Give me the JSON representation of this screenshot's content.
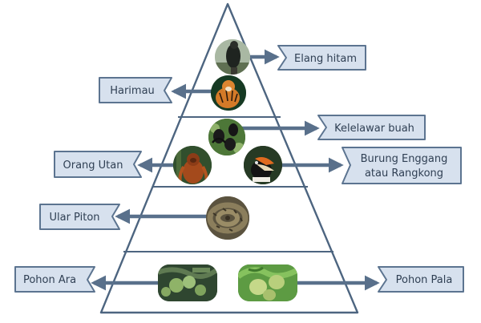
{
  "labels": {
    "elang": "Elang hitam",
    "harimau": "Harimau",
    "kelelawar": "Kelelawar buah",
    "orangutan": "Orang Utan",
    "enggang_line1": "Burung Enggang",
    "enggang_line2": "atau Rangkong",
    "ular": "Ular Piton",
    "ara": "Pohon Ara",
    "pala": "Pohon Pala"
  },
  "colors": {
    "label_fill": "#d7e1ee",
    "label_stroke": "#5c7490",
    "arrow": "#59708b",
    "pyramid_stroke": "#4d6580",
    "text": "#2f3f53"
  },
  "icons": {
    "elang": "black-eagle-photo",
    "harimau": "tiger-photo",
    "kelelawar": "fruit-bat-photo",
    "orangutan": "orangutan-photo",
    "enggang": "hornbill-photo",
    "ular": "python-photo",
    "ara": "fig-fruit-photo",
    "pala": "nutmeg-fruit-photo"
  }
}
